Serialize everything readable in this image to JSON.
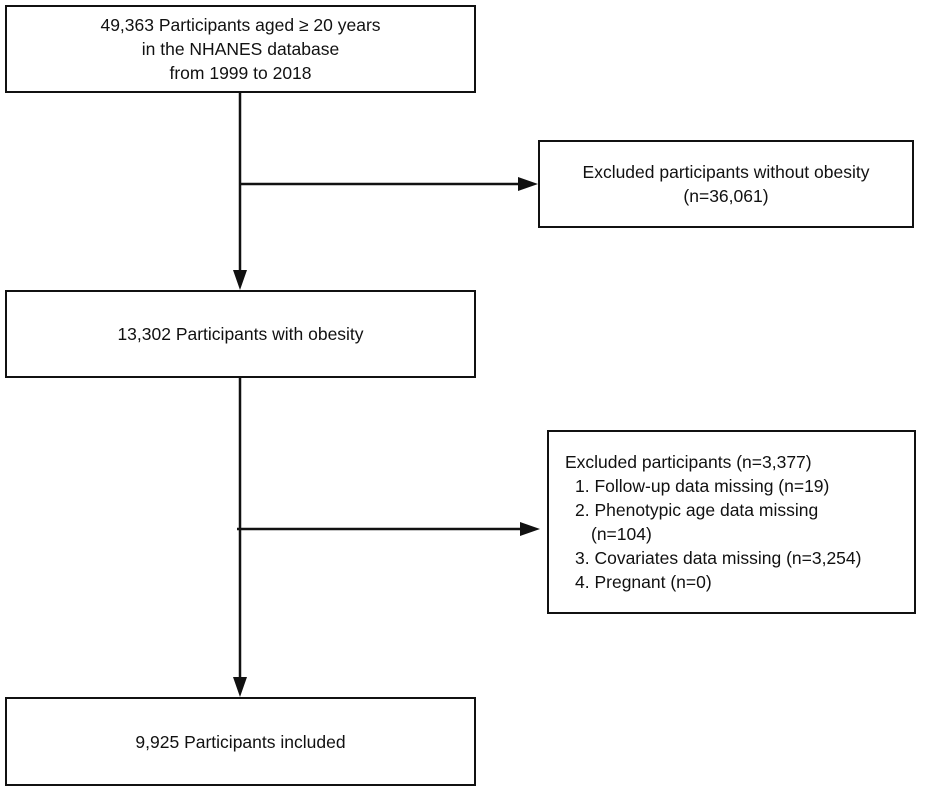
{
  "flowchart": {
    "step1": {
      "lines": [
        "49,363 Participants aged ≥ 20 years",
        "in the NHANES database",
        "from 1999 to 2018"
      ]
    },
    "exclusion1": {
      "lines": [
        "Excluded participants without obesity",
        "(n=36,061)"
      ]
    },
    "step2": {
      "text": "13,302 Participants with obesity"
    },
    "exclusion2": {
      "title": "Excluded participants (n=3,377)",
      "items": [
        "1. Follow-up data missing (n=19)",
        "2. Phenotypic age  data missing",
        "(n=104)",
        "3. Covariates data missing (n=3,254)",
        "4. Pregnant (n=0)"
      ]
    },
    "step3": {
      "text": "9,925 Participants included"
    },
    "colors": {
      "line": "#111111",
      "background": "#ffffff"
    }
  }
}
